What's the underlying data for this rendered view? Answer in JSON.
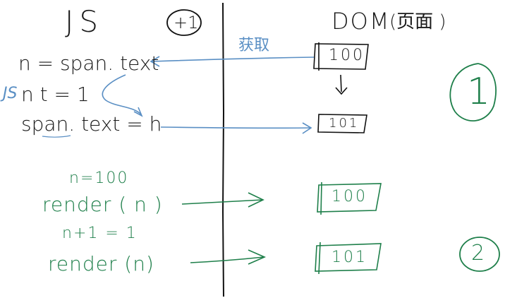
{
  "colors": {
    "ink": "#1a1a1a",
    "green": "#1e7f4a",
    "blue": "#5a8fc4"
  },
  "left": {
    "heading": "JS",
    "plus_one": "+1",
    "line1": "n = span. text",
    "blue_mark": "JS",
    "line2": "n t = 1",
    "line3": "span. text = h",
    "green_line1": "n=100",
    "green_line2": "render ( n )",
    "green_line3": "n+1 = 1",
    "green_line4": "render (n)"
  },
  "right": {
    "heading": "DOM",
    "heading_paren": "(页面 )",
    "fetch_label": "获取",
    "box1": "100",
    "box2": "101",
    "box3": "100",
    "box4": "101",
    "circle1": "1",
    "circle2": "2"
  }
}
